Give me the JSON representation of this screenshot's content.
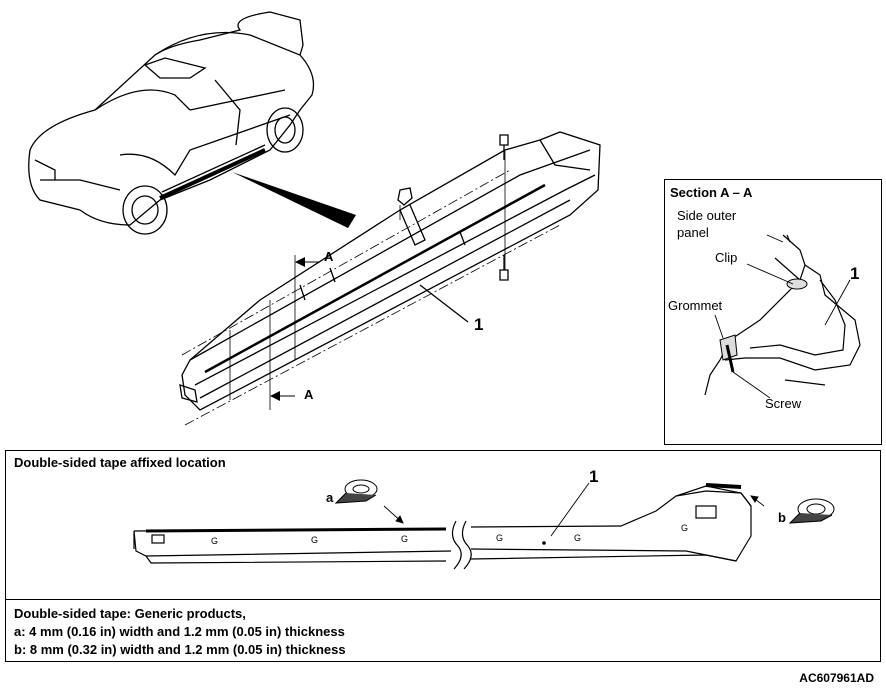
{
  "overview": {
    "section_marker_a_top": "A",
    "section_marker_a_bottom": "A",
    "part_number": "1"
  },
  "section": {
    "title": "Section A – A",
    "labels": {
      "side_outer_panel_line1": "Side outer",
      "side_outer_panel_line2": "panel",
      "clip": "Clip",
      "grommet": "Grommet",
      "screw": "Screw",
      "part_number": "1"
    }
  },
  "tape_location": {
    "heading": "Double-sided tape affixed location",
    "label_a": "a",
    "label_b": "b",
    "part_number": "1",
    "notes": [
      "Double-sided tape: Generic products,",
      "a: 4 mm (0.16 in) width and 1.2 mm (0.05 in) thickness",
      "b: 8 mm (0.32 in) width and 1.2 mm (0.05 in) thickness"
    ]
  },
  "reference_code": "AC607961AD"
}
